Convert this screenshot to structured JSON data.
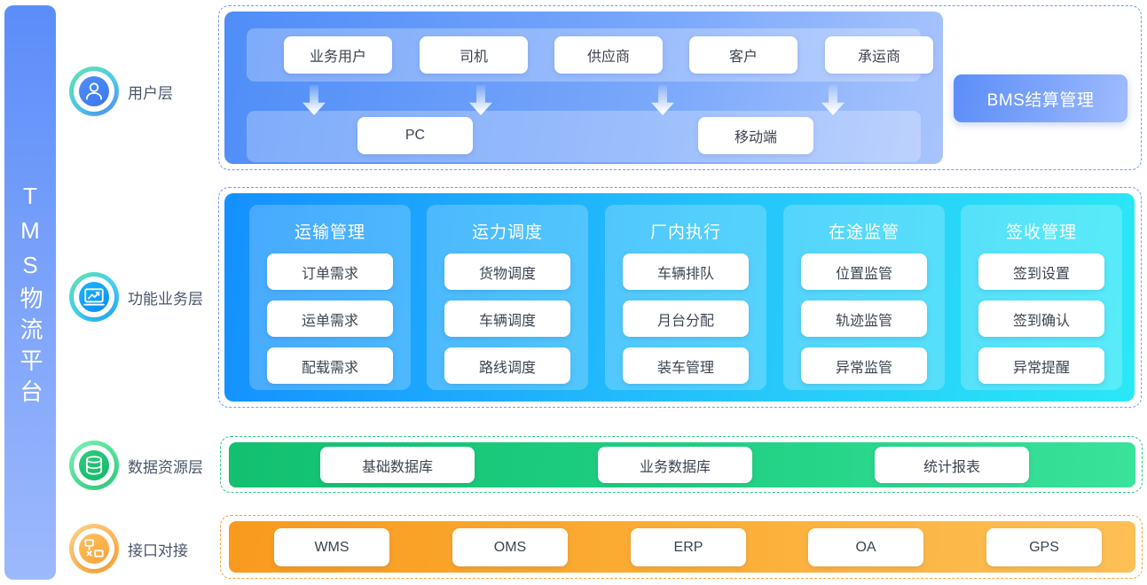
{
  "platform": {
    "title": "TMS物流平台"
  },
  "layers": [
    {
      "id": "user",
      "label": "用户层",
      "icon": "user-icon",
      "accent": "#4f8df8"
    },
    {
      "id": "func",
      "label": "功能业务层",
      "icon": "chart-icon",
      "accent": "#19b6fd"
    },
    {
      "id": "data",
      "label": "数据资源层",
      "icon": "database-icon",
      "accent": "#2bcc7e"
    },
    {
      "id": "api",
      "label": "接口对接",
      "icon": "interface-icon",
      "accent": "#fba23a"
    }
  ],
  "user_layer": {
    "roles": [
      "业务用户",
      "司机",
      "供应商",
      "客户",
      "承运商"
    ],
    "terminals": [
      "PC",
      "移动端"
    ],
    "bms": "BMS结算管理"
  },
  "function_layer": {
    "columns": [
      {
        "title": "运输管理",
        "items": [
          "订单需求",
          "运单需求",
          "配载需求"
        ]
      },
      {
        "title": "运力调度",
        "items": [
          "货物调度",
          "车辆调度",
          "路线调度"
        ]
      },
      {
        "title": "厂内执行",
        "items": [
          "车辆排队",
          "月台分配",
          "装车管理"
        ]
      },
      {
        "title": "在途监管",
        "items": [
          "位置监管",
          "轨迹监管",
          "异常监管"
        ]
      },
      {
        "title": "签收管理",
        "items": [
          "签到设置",
          "签到确认",
          "异常提醒"
        ]
      }
    ]
  },
  "data_layer": {
    "items": [
      "基础数据库",
      "业务数据库",
      "统计报表"
    ]
  },
  "api_layer": {
    "items": [
      "WMS",
      "OMS",
      "ERP",
      "OA",
      "GPS"
    ]
  }
}
